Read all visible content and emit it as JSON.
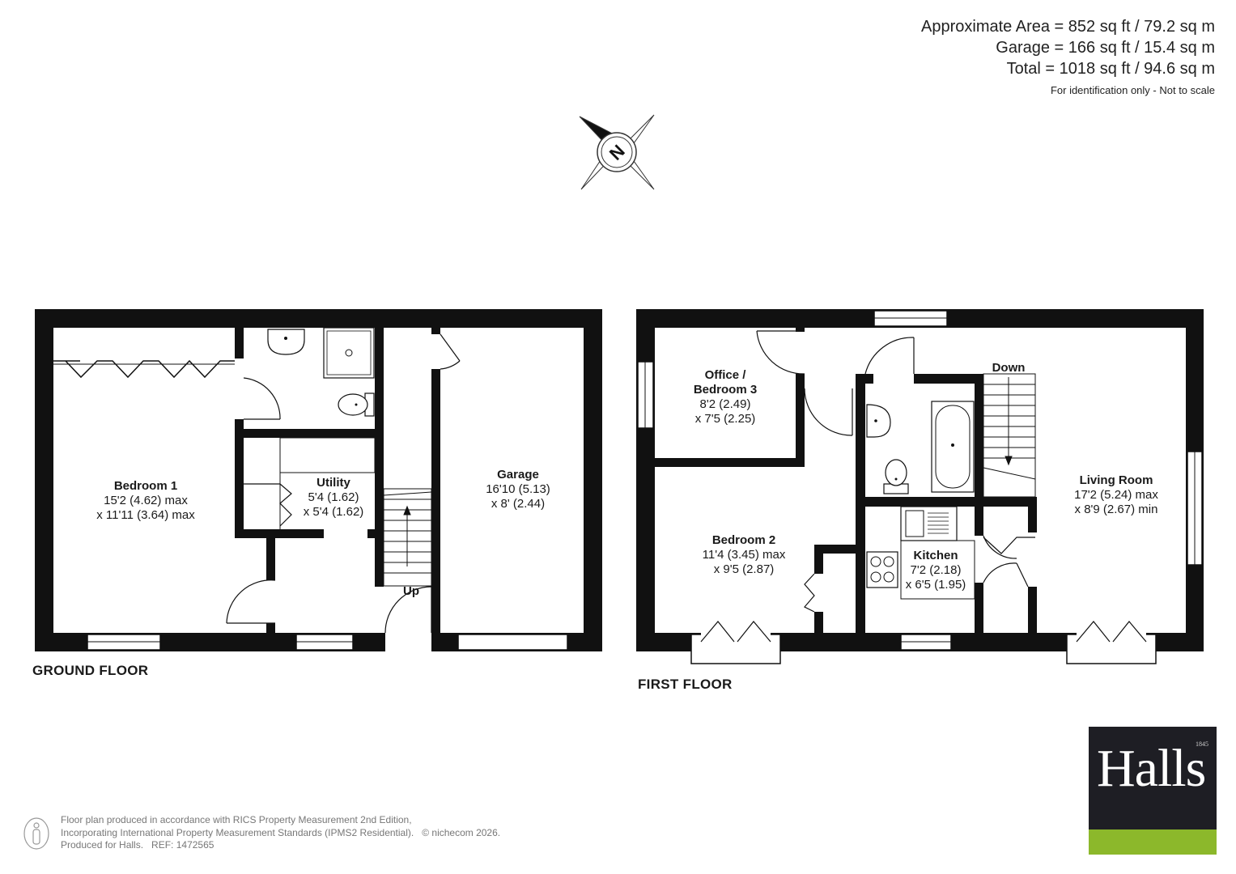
{
  "area": {
    "approx": "Approximate Area = 852 sq ft / 79.2 sq m",
    "garage": "Garage = 166 sq ft / 15.4 sq m",
    "total": "Total = 1018 sq ft / 94.6 sq m",
    "note": "For identification only - Not to scale"
  },
  "compass": {
    "letter": "N"
  },
  "ground_floor": {
    "label": "GROUND FLOOR",
    "stairs_label": "Up",
    "rooms": {
      "bedroom1": {
        "name": "Bedroom 1",
        "dim1": "15'2 (4.62) max",
        "dim2": "x 11'11 (3.64) max"
      },
      "utility": {
        "name": "Utility",
        "dim1": "5'4 (1.62)",
        "dim2": "x 5'4 (1.62)"
      },
      "garage": {
        "name": "Garage",
        "dim1": "16'10 (5.13)",
        "dim2": "x 8' (2.44)"
      }
    }
  },
  "first_floor": {
    "label": "FIRST FLOOR",
    "stairs_label": "Down",
    "rooms": {
      "office": {
        "name1": "Office /",
        "name2": "Bedroom 3",
        "dim1": "8'2 (2.49)",
        "dim2": "x 7'5 (2.25)"
      },
      "bedroom2": {
        "name": "Bedroom 2",
        "dim1": "11'4 (3.45) max",
        "dim2": "x 9'5 (2.87)"
      },
      "kitchen": {
        "name": "Kitchen",
        "dim1": "7'2 (2.18)",
        "dim2": "x 6'5 (1.95)"
      },
      "living": {
        "name": "Living Room",
        "dim1": "17'2 (5.24) max",
        "dim2": "x 8'9 (2.67) min"
      }
    }
  },
  "footer": {
    "line1": "Floor plan produced in accordance with RICS Property Measurement 2nd Edition,",
    "line2": "Incorporating International Property Measurement Standards (IPMS2 Residential).",
    "copyright": "© nichecom 2026.",
    "line3": "Produced for Halls.   REF: 1472565"
  },
  "logo": {
    "word": "Halls",
    "year": "1845",
    "bar_color": "#8cb82b",
    "bg_color": "#1e1e24"
  }
}
